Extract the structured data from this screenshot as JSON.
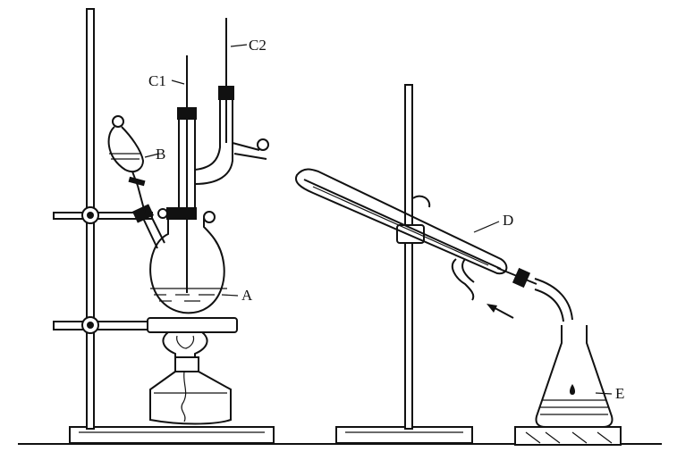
{
  "labels": {
    "A": "A",
    "B": "B",
    "C1": "C1",
    "C2": "C2",
    "D": "D",
    "E": "E"
  },
  "colors": {
    "ink": "#111111",
    "paper": "#ffffff"
  }
}
